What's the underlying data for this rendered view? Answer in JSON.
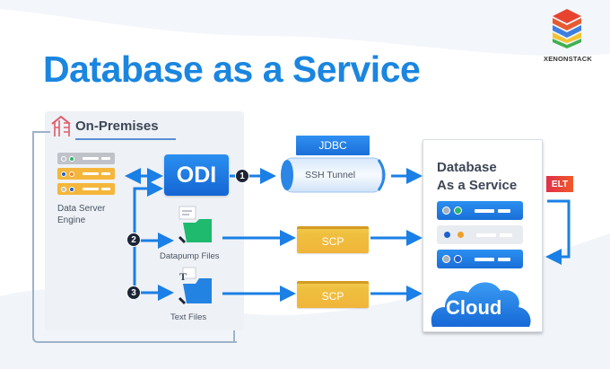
{
  "title": "Database as a Service",
  "logo": {
    "text": "XENONSTACK",
    "icon": "stacked-layers-logo-icon",
    "layer_colors": [
      "#e8432f",
      "#3f7fe0",
      "#f2c230",
      "#3fb04f"
    ]
  },
  "on_premises": {
    "label": "On-Premises",
    "icon": "building-icon",
    "data_server": {
      "label_line1": "Data Server",
      "label_line2": "Engine"
    },
    "odi": {
      "label": "ODI"
    },
    "files": [
      {
        "step": "2",
        "label": "Datapump Files",
        "folder_color": "#1fba6e"
      },
      {
        "step": "3",
        "label": "Text Files",
        "folder_color": "#2383e2"
      }
    ]
  },
  "connections": {
    "step1": "1",
    "jdbc_label": "JDBC",
    "tunnel_label": "SSH Tunnel",
    "scp_labels": [
      "SCP",
      "SCP"
    ]
  },
  "target": {
    "title_line1": "Database",
    "title_line2": "As a Service",
    "cloud_label": "Cloud",
    "elt_label": "ELT"
  },
  "colors": {
    "accent_blue": "#1a86e0",
    "scp_yellow": "#f0bf3e",
    "elt_red": "#e0304a",
    "dark_badge": "#1c2535"
  }
}
